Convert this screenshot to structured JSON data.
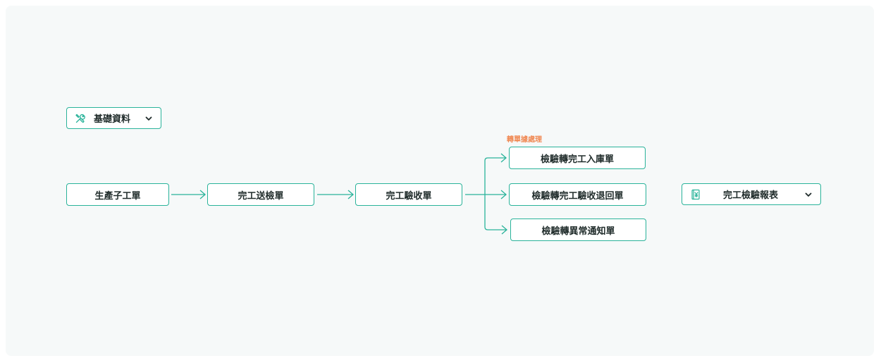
{
  "menu_basic": {
    "label": "基礎資料",
    "icon": "tools-icon"
  },
  "flow": {
    "step1": "生產子工單",
    "step2": "完工送檢單",
    "step3": "完工驗收單"
  },
  "branch": {
    "tag": "轉單據處理",
    "to_stock_in": "檢驗轉完工入庫單",
    "to_return": "檢驗轉完工驗收退回單",
    "to_exception": "檢驗轉異常通知單"
  },
  "report_menu": {
    "label": "完工檢驗報表",
    "icon": "report-icon"
  },
  "colors": {
    "accent": "#2ab39a",
    "tag": "#f08a55",
    "canvas": "#f6f9f9"
  }
}
